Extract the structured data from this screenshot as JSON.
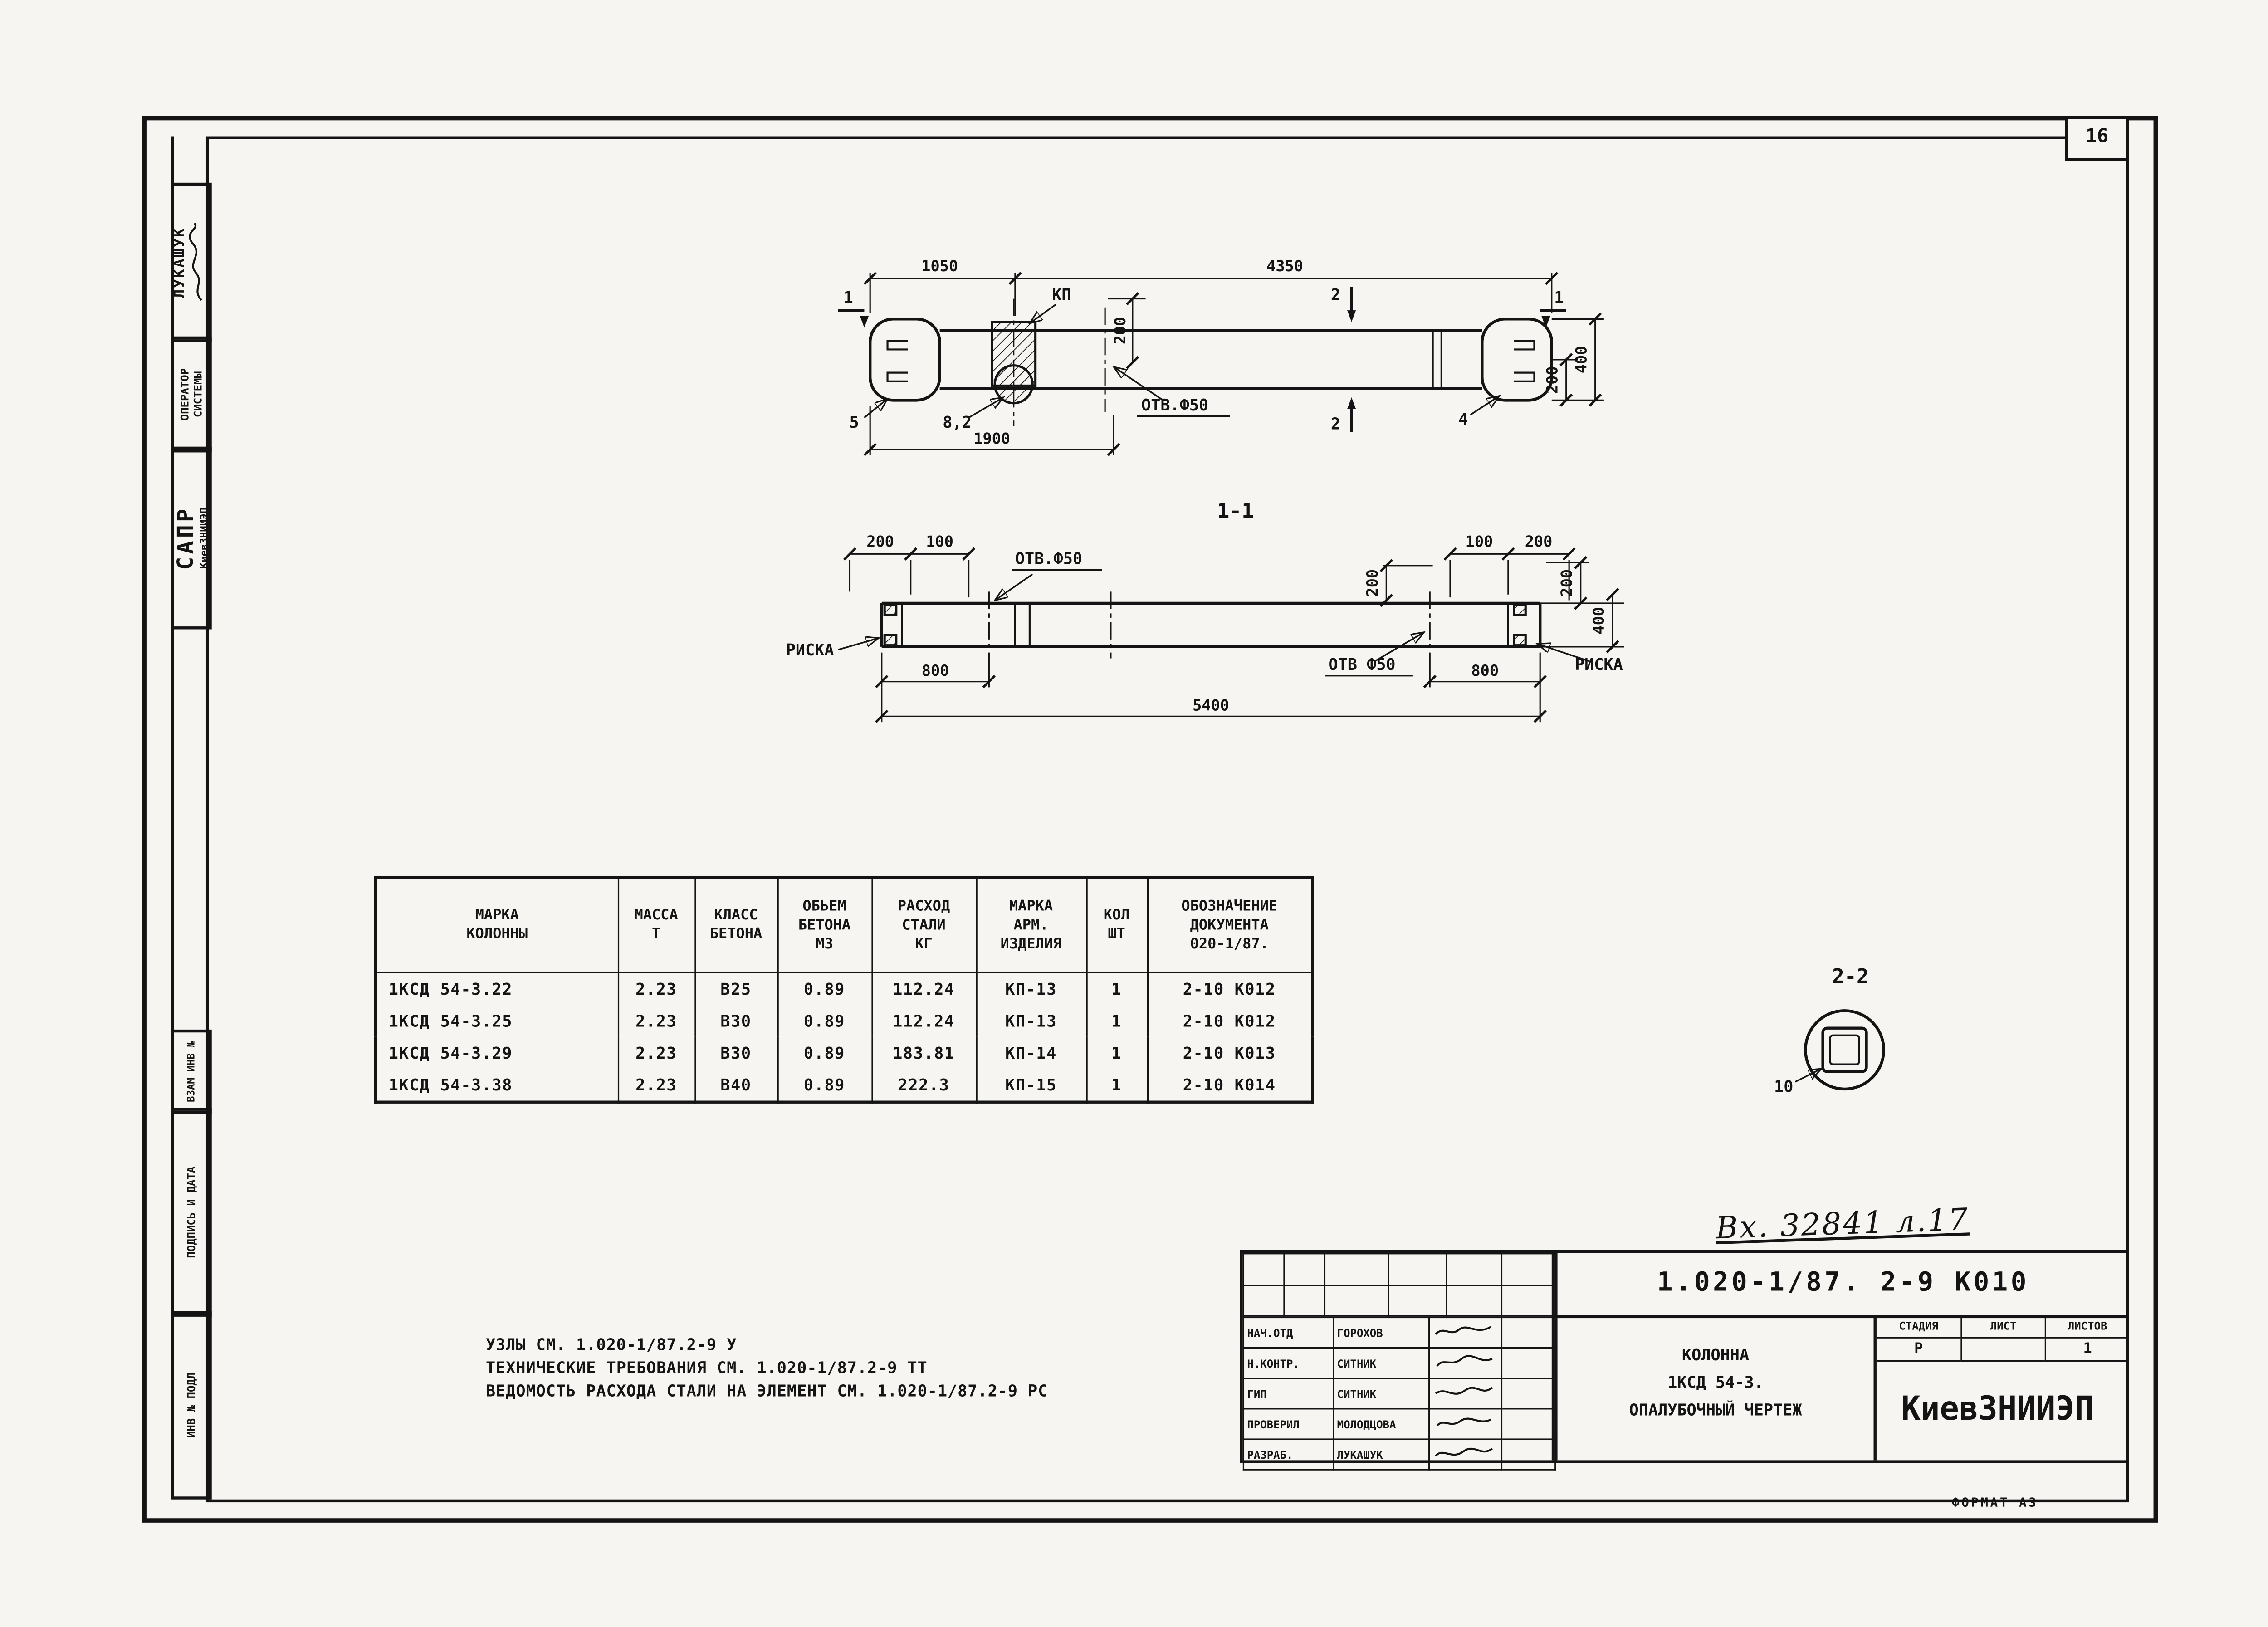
{
  "page": {
    "number": "16",
    "format": "ФОРМАТ А3"
  },
  "side_strip": {
    "author": "ЛУКАШУК",
    "operator_line1": "ОПЕРАТОР",
    "operator_line2": "СИСТЕМЫ",
    "sapr": "САПР",
    "sapr_sub": "КиевЗНИИЭП",
    "vzam": "ВЗАМ ИНВ №",
    "podpis": "ПОДПИСЬ И ДАТА",
    "inv": "ИНВ № ПОДЛ"
  },
  "drawing": {
    "top_view": {
      "dims": {
        "d1050": "1050",
        "d4350": "4350",
        "d1900": "1900",
        "d200_hole": "200",
        "d400": "400",
        "d200_end": "200"
      },
      "labels": {
        "kp": "КП",
        "otv": "ОТВ.Ф50",
        "pos5": "5",
        "pos82": "8,2",
        "pos4": "4"
      },
      "sections": {
        "s1": "1",
        "s2": "2"
      }
    },
    "section_1_1": {
      "title": "1-1",
      "dims": {
        "left200": "200",
        "left100": "100",
        "right100": "100",
        "right200": "200",
        "mid200": "200",
        "v200": "200",
        "v400": "400",
        "b800l": "800",
        "b800r": "800",
        "total": "5400"
      },
      "labels": {
        "otv_top": "ОТВ.Ф50",
        "otv_bottom": "ОТВ Ф50",
        "riska_left": "РИСКА",
        "riska_right": "РИСКА"
      }
    },
    "section_2_2": {
      "title": "2-2",
      "pos10": "10"
    }
  },
  "table": {
    "headers": [
      "МАРКА\nКОЛОННЫ",
      "МАССА\nТ",
      "КЛАСС\nБЕТОНА",
      "ОБЬЕМ\nБЕТОНА\nМ3",
      "РАСХОД\nСТАЛИ\nКГ",
      "МАРКА\nАРМ.\nИЗДЕЛИЯ",
      "КОЛ\nШТ",
      "ОБОЗНАЧЕНИЕ\nДОКУМЕНТА\n020-1/87."
    ],
    "rows": [
      [
        "1КСД 54-3.22",
        "2.23",
        "В25",
        "0.89",
        "112.24",
        "КП-13",
        "1",
        "2-10 К012"
      ],
      [
        "1КСД 54-3.25",
        "2.23",
        "В30",
        "0.89",
        "112.24",
        "КП-13",
        "1",
        "2-10 К012"
      ],
      [
        "1КСД 54-3.29",
        "2.23",
        "В30",
        "0.89",
        "183.81",
        "КП-14",
        "1",
        "2-10 К013"
      ],
      [
        "1КСД 54-3.38",
        "2.23",
        "В40",
        "0.89",
        "222.3",
        "КП-15",
        "1",
        "2-10 К014"
      ]
    ]
  },
  "notes": {
    "lines": [
      "УЗЛЫ СМ. 1.020-1/87.2-9 У",
      "ТЕХНИЧЕСКИЕ ТРЕБОВАНИЯ СМ. 1.020-1/87.2-9 ТТ",
      "ВЕДОМОСТЬ РАСХОДА СТАЛИ НА ЭЛЕМЕНТ СМ. 1.020-1/87.2-9 РС"
    ]
  },
  "annotations": {
    "handwritten": "Вх. 32841 л.17"
  },
  "title_block": {
    "doc_number": "1.020-1/87. 2-9 К010",
    "project": [
      "КОЛОННА",
      "1КСД 54-3.",
      "ОПАЛУБОЧНЫЙ ЧЕРТЕЖ"
    ],
    "org": "КиевЗНИИЭП",
    "stage_headers": [
      "СТАДИЯ",
      "ЛИСТ",
      "ЛИСТОВ"
    ],
    "stage_values": [
      "Р",
      "",
      "1"
    ],
    "signatures": [
      {
        "role": "НАЧ.ОТД",
        "name": "ГОРОХОВ"
      },
      {
        "role": "Н.КОНТР.",
        "name": "СИТНИК"
      },
      {
        "role": "ГИП",
        "name": "СИТНИК"
      },
      {
        "role": "ПРОВЕРИЛ",
        "name": "МОЛОДЦОВА"
      },
      {
        "role": "РАЗРАБ.",
        "name": "ЛУКАШУК"
      }
    ]
  }
}
